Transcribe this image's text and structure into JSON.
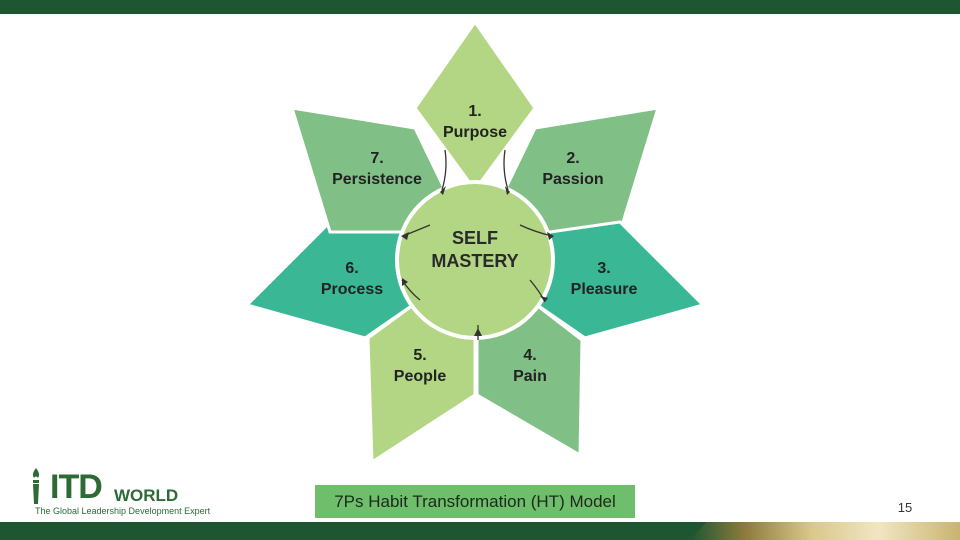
{
  "diagram": {
    "center": {
      "line1": "SELF",
      "line2": "MASTERY"
    },
    "points": [
      {
        "number": "1.",
        "label": "Purpose"
      },
      {
        "number": "2.",
        "label": "Passion"
      },
      {
        "number": "3.",
        "label": "Pleasure"
      },
      {
        "number": "4.",
        "label": "Pain"
      },
      {
        "number": "5.",
        "label": "People"
      },
      {
        "number": "6.",
        "label": "Process"
      },
      {
        "number": "7.",
        "label": "Persistence"
      }
    ]
  },
  "caption": "7Ps Habit Transformation (HT) Model",
  "logo": {
    "brand": "ITD",
    "word": "WORLD",
    "tagline": "The Global Leadership Development Expert"
  },
  "page_number": "15",
  "colors": {
    "dark_green": "#1e5631",
    "light_green": "#b2d683",
    "mid_green": "#80bf86",
    "teal": "#3ab794",
    "caption_bg": "#6fbe6b"
  }
}
